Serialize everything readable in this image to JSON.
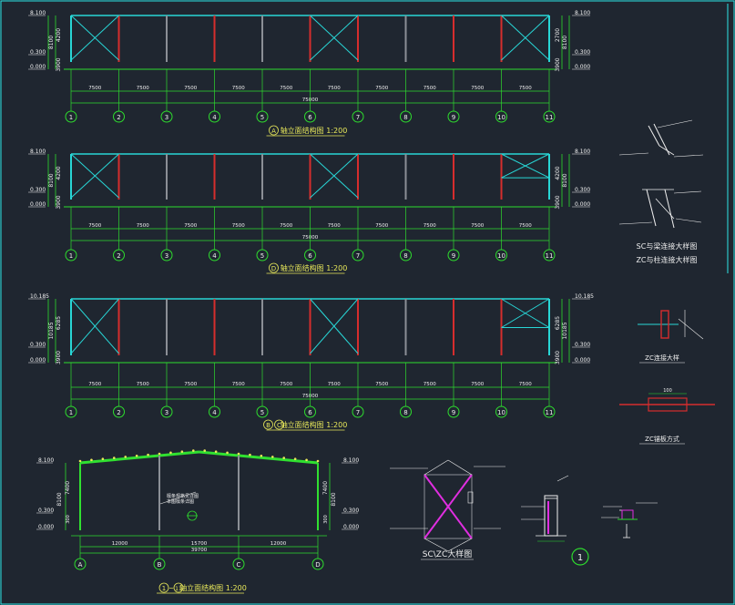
{
  "colors": {
    "background": "#1f2630",
    "frame": "#2ee6e6",
    "beam": "#28d6d6",
    "column_red": "#d62d2d",
    "column_gray": "#8b8f96",
    "dim": "#2edc2e",
    "text_yellow": "#e8e85a",
    "text_white": "#f0f0f0",
    "brace_magenta": "#e02ee0",
    "rafter_green": "#30e030"
  },
  "elevations": [
    {
      "top_level": "8.100",
      "mid_level": "0.300",
      "bottom_level": "0.000",
      "dims_left": [
        "4200",
        "3900",
        "8100"
      ],
      "dims_right": [
        "2700",
        "3900",
        "8100"
      ],
      "bay_dims": [
        "7500",
        "7500",
        "7500",
        "7500",
        "7500",
        "7500",
        "7500",
        "7500",
        "7500",
        "7500"
      ],
      "total_dim": "75000",
      "axes": [
        "1",
        "2",
        "3",
        "4",
        "5",
        "6",
        "7",
        "8",
        "9",
        "10",
        "11"
      ],
      "title_letter": "A",
      "title": "轴立面结构图 1:200"
    },
    {
      "top_level": "8.100",
      "mid_level": "0.300",
      "bottom_level": "0.000",
      "dims_left": [
        "4200",
        "3900",
        "8100"
      ],
      "dims_right": [
        "4200",
        "3900",
        "8100"
      ],
      "bay_dims": [
        "7500",
        "7500",
        "7500",
        "7500",
        "7500",
        "7500",
        "7500",
        "7500",
        "7500",
        "7500"
      ],
      "total_dim": "75000",
      "axes": [
        "1",
        "2",
        "3",
        "4",
        "5",
        "6",
        "7",
        "8",
        "9",
        "10",
        "11"
      ],
      "title_letter": "D",
      "title": "轴立面结构图 1:200"
    },
    {
      "top_level": "10.185",
      "mid_level": "0.300",
      "bottom_level": "0.000",
      "dims_left": [
        "6285",
        "3900",
        "10185"
      ],
      "dims_right": [
        "6285",
        "3900",
        "10185"
      ],
      "bay_dims": [
        "7500",
        "7500",
        "7500",
        "7500",
        "7500",
        "7500",
        "7500",
        "7500",
        "7500",
        "7500"
      ],
      "total_dim": "75000",
      "axes": [
        "1",
        "2",
        "3",
        "4",
        "5",
        "6",
        "7",
        "8",
        "9",
        "10",
        "11"
      ],
      "title_letter": "B C",
      "title": "轴立面结构图 1:200"
    }
  ],
  "cross_section": {
    "top_level": "8.100",
    "mid_level": "0.300",
    "bottom_level": "0.000",
    "dims_left": [
      "7400",
      "300",
      "8100"
    ],
    "dims_right": [
      "7400",
      "300",
      "8100"
    ],
    "span_dims": [
      "12000",
      "15700",
      "12000"
    ],
    "total_dim": "39700",
    "axes": [
      "A",
      "B",
      "C",
      "D"
    ],
    "note": "檩条规格见详图 本图檩条详图",
    "title_letters": "1 ~ 11",
    "title": "轴立面结构图 1:200"
  },
  "details": {
    "beam_col_title_1": "SC与梁连接大样图",
    "beam_col_title_2": "ZC与柱连接大样图",
    "zc_joint_title": "ZC连接大样",
    "zc_anchor_title": "ZC锚板方式",
    "zc_anchor_dim": "100",
    "scsc_title": "SC\\ZC大样图",
    "circle_label": "1"
  }
}
